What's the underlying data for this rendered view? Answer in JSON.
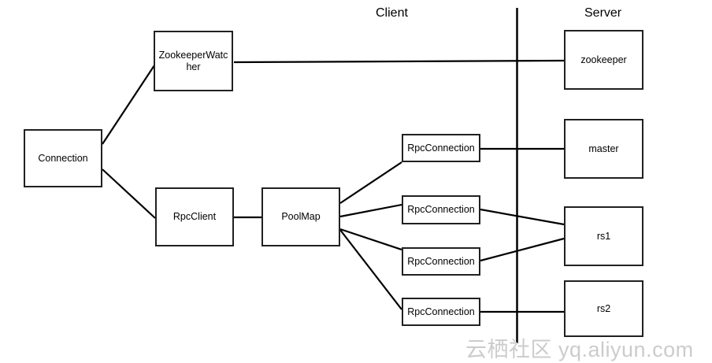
{
  "header": {
    "client_label": "Client",
    "server_label": "Server"
  },
  "nodes": {
    "connection": {
      "label": "Connection"
    },
    "zookeeper_watcher": {
      "label": "ZookeeperWatcher"
    },
    "rpc_client": {
      "label": "RpcClient"
    },
    "pool_map": {
      "label": "PoolMap"
    },
    "rpc_connection_1": {
      "label": "RpcConnection"
    },
    "rpc_connection_2": {
      "label": "RpcConnection"
    },
    "rpc_connection_3": {
      "label": "RpcConnection"
    },
    "rpc_connection_4": {
      "label": "RpcConnection"
    },
    "zookeeper": {
      "label": "zookeeper"
    },
    "master": {
      "label": "master"
    },
    "rs1": {
      "label": "rs1"
    },
    "rs2": {
      "label": "rs2"
    }
  },
  "edges": [
    {
      "from": "connection",
      "to": "zookeeper_watcher"
    },
    {
      "from": "connection",
      "to": "rpc_client"
    },
    {
      "from": "zookeeper_watcher",
      "to": "zookeeper"
    },
    {
      "from": "rpc_client",
      "to": "pool_map"
    },
    {
      "from": "pool_map",
      "to": "rpc_connection_1"
    },
    {
      "from": "pool_map",
      "to": "rpc_connection_2"
    },
    {
      "from": "pool_map",
      "to": "rpc_connection_3"
    },
    {
      "from": "pool_map",
      "to": "rpc_connection_4"
    },
    {
      "from": "rpc_connection_1",
      "to": "master"
    },
    {
      "from": "rpc_connection_2",
      "to": "rs1"
    },
    {
      "from": "rpc_connection_3",
      "to": "rs1"
    },
    {
      "from": "rpc_connection_4",
      "to": "rs2"
    }
  ],
  "watermark": {
    "text": "云栖社区 yq.aliyun.com"
  },
  "colors": {
    "background": "#ffffff",
    "box_border": "#212121",
    "edge_line": "#000000",
    "text": "#000000",
    "watermark": "#cccccc"
  }
}
